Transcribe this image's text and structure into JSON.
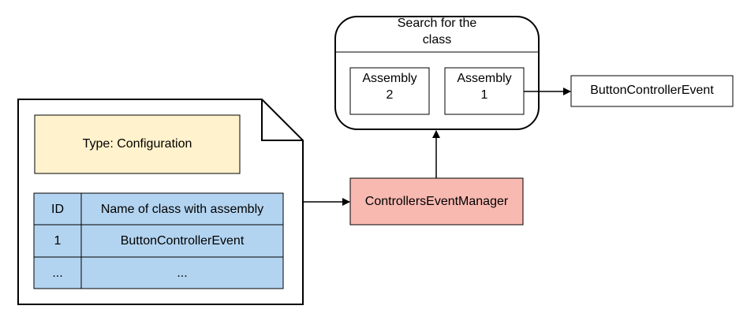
{
  "document": {
    "config_box": {
      "label": "Type: Configuration",
      "fill": "#fff2cc"
    },
    "table": {
      "fill": "#b3d4f0",
      "headers": [
        "ID",
        "Name of class with assembly"
      ],
      "rows": [
        [
          "1",
          "ButtonControllerEvent"
        ],
        [
          "...",
          "..."
        ]
      ]
    }
  },
  "manager": {
    "label": "ControllersEventManager",
    "fill": "#f8b9b1"
  },
  "search": {
    "title_line1": "Search for the",
    "title_line2": "class",
    "assemblies": [
      {
        "line1": "Assembly",
        "line2": "2"
      },
      {
        "line1": "Assembly",
        "line2": "1"
      }
    ]
  },
  "result": {
    "label": "ButtonControllerEvent"
  }
}
